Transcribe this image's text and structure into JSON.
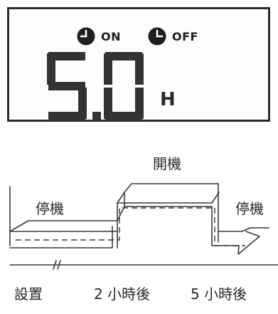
{
  "lcd": {
    "timer_on": {
      "icon": "clock-icon",
      "label": "ON"
    },
    "timer_off": {
      "icon": "clock-icon",
      "label": "OFF"
    },
    "reading": "5.0",
    "unit": "H",
    "segment_color": "#333333"
  },
  "timing": {
    "state_off_left": "停機",
    "state_on": "開機",
    "state_off_right": "停機",
    "times": {
      "set": "設置",
      "after_2h": "2 小時後",
      "after_5h": "5 小時後"
    },
    "line_color": "#3a3a3a"
  }
}
